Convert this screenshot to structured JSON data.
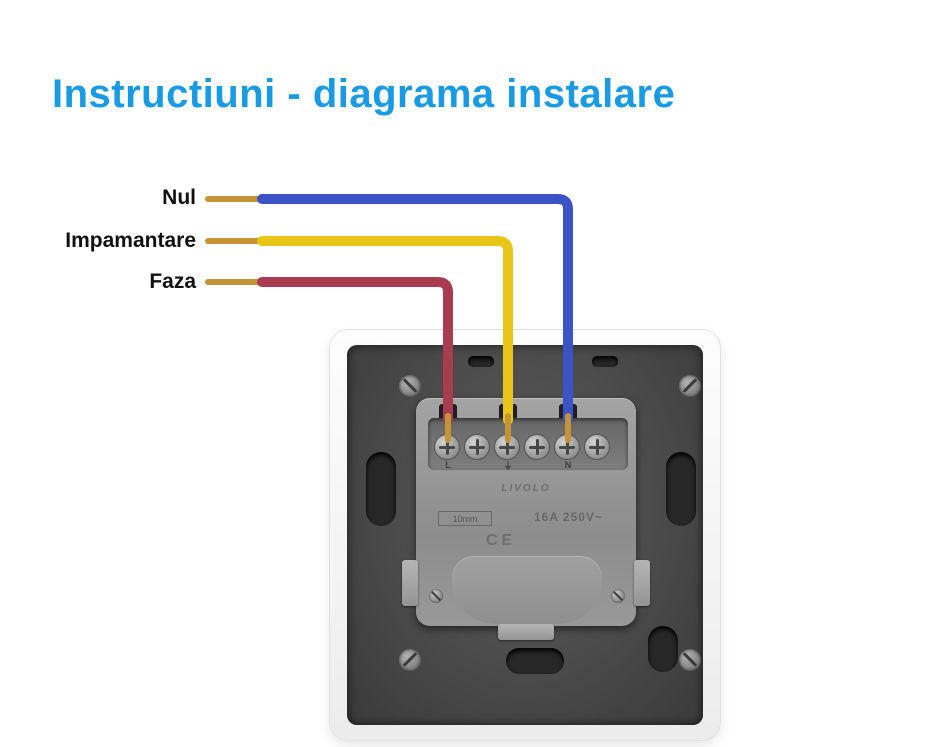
{
  "title": "Instructiuni - diagrama instalare",
  "colors": {
    "title_blue": "#189ae4",
    "copper": "#c59338",
    "plate_white": "#f4f4f4",
    "panel_gray": "#4a4a4a"
  },
  "wires": [
    {
      "label": "Nul",
      "color": "#3b53c4"
    },
    {
      "label": "Impamantare",
      "color": "#e9c517"
    },
    {
      "label": "Faza",
      "color": "#a93c50"
    }
  ],
  "device": {
    "brand": "LIVOLO",
    "gauge": "10mm",
    "rating": "16A 250V~",
    "ce": "CE",
    "terminals": [
      "L",
      "⏚",
      "N"
    ]
  }
}
